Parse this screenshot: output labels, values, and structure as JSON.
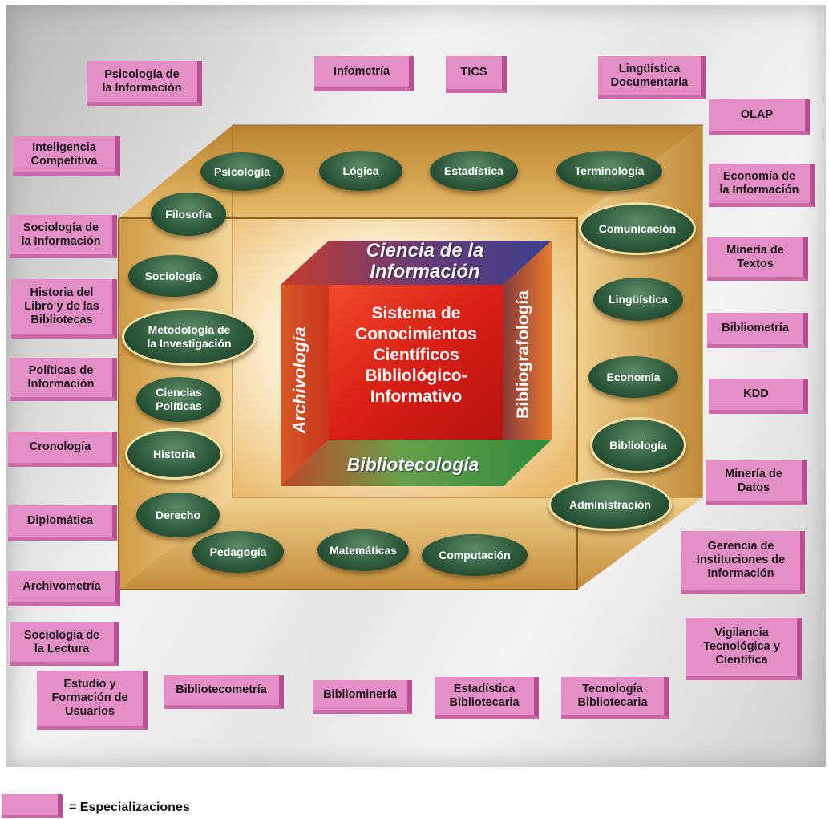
{
  "center": {
    "lines": [
      "Sistema de",
      "Conocimientos",
      "Científicos",
      "Bibliológico-",
      "Informativo"
    ],
    "faces": {
      "top": [
        "Ciencia de la",
        "Información"
      ],
      "left": "Archivología",
      "right": "Bibliografología",
      "bottom": "Bibliotecología"
    }
  },
  "disciplines": [
    "Psicología",
    "Lógica",
    "Estadística",
    "Terminología",
    "Filosofía",
    "Comunicación",
    "Sociología",
    "Lingüística",
    "Metodología de\nla Investigación",
    "Economía",
    "Ciencias\nPolíticas",
    "Historia",
    "Bibliología",
    "Administración",
    "Derecho",
    "Pedagogía",
    "Matemáticas",
    "Computación"
  ],
  "specializations": [
    "Psicología de\nla Información",
    "Infometría",
    "TICS",
    "Lingüística\nDocumentaria",
    "OLAP",
    "Inteligencia\nCompetitiva",
    "Economía de\nla Información",
    "Sociología de\nla Información",
    "Minería de\nTextos",
    "Historia del\nLibro y de las\nBibliotecas",
    "Bibliometría",
    "Políticas de\nInformación",
    "KDD",
    "Cronología",
    "Minería de\nDatos",
    "Diplomática",
    "Gerencia de\nInstituciones de\nInformación",
    "Archivometría",
    "Vigilancia\nTecnológica y\nCientífica",
    "Sociología de\nla Lectura",
    "Estudio y\nFormación de\nUsuarios",
    "Bibliotecometría",
    "Bibliominería",
    "Estadística\nBibliotecaria",
    "Tecnología\nBibliotecaria"
  ],
  "legend": {
    "label": "= Especializaciones"
  },
  "colors": {
    "specialization_box": "#e48ec6",
    "discipline_oval": "#2f5b3d",
    "frame_gold": "#d6a24c",
    "cube_red": "#d9261c",
    "cube_green": "#3f8f3a"
  }
}
